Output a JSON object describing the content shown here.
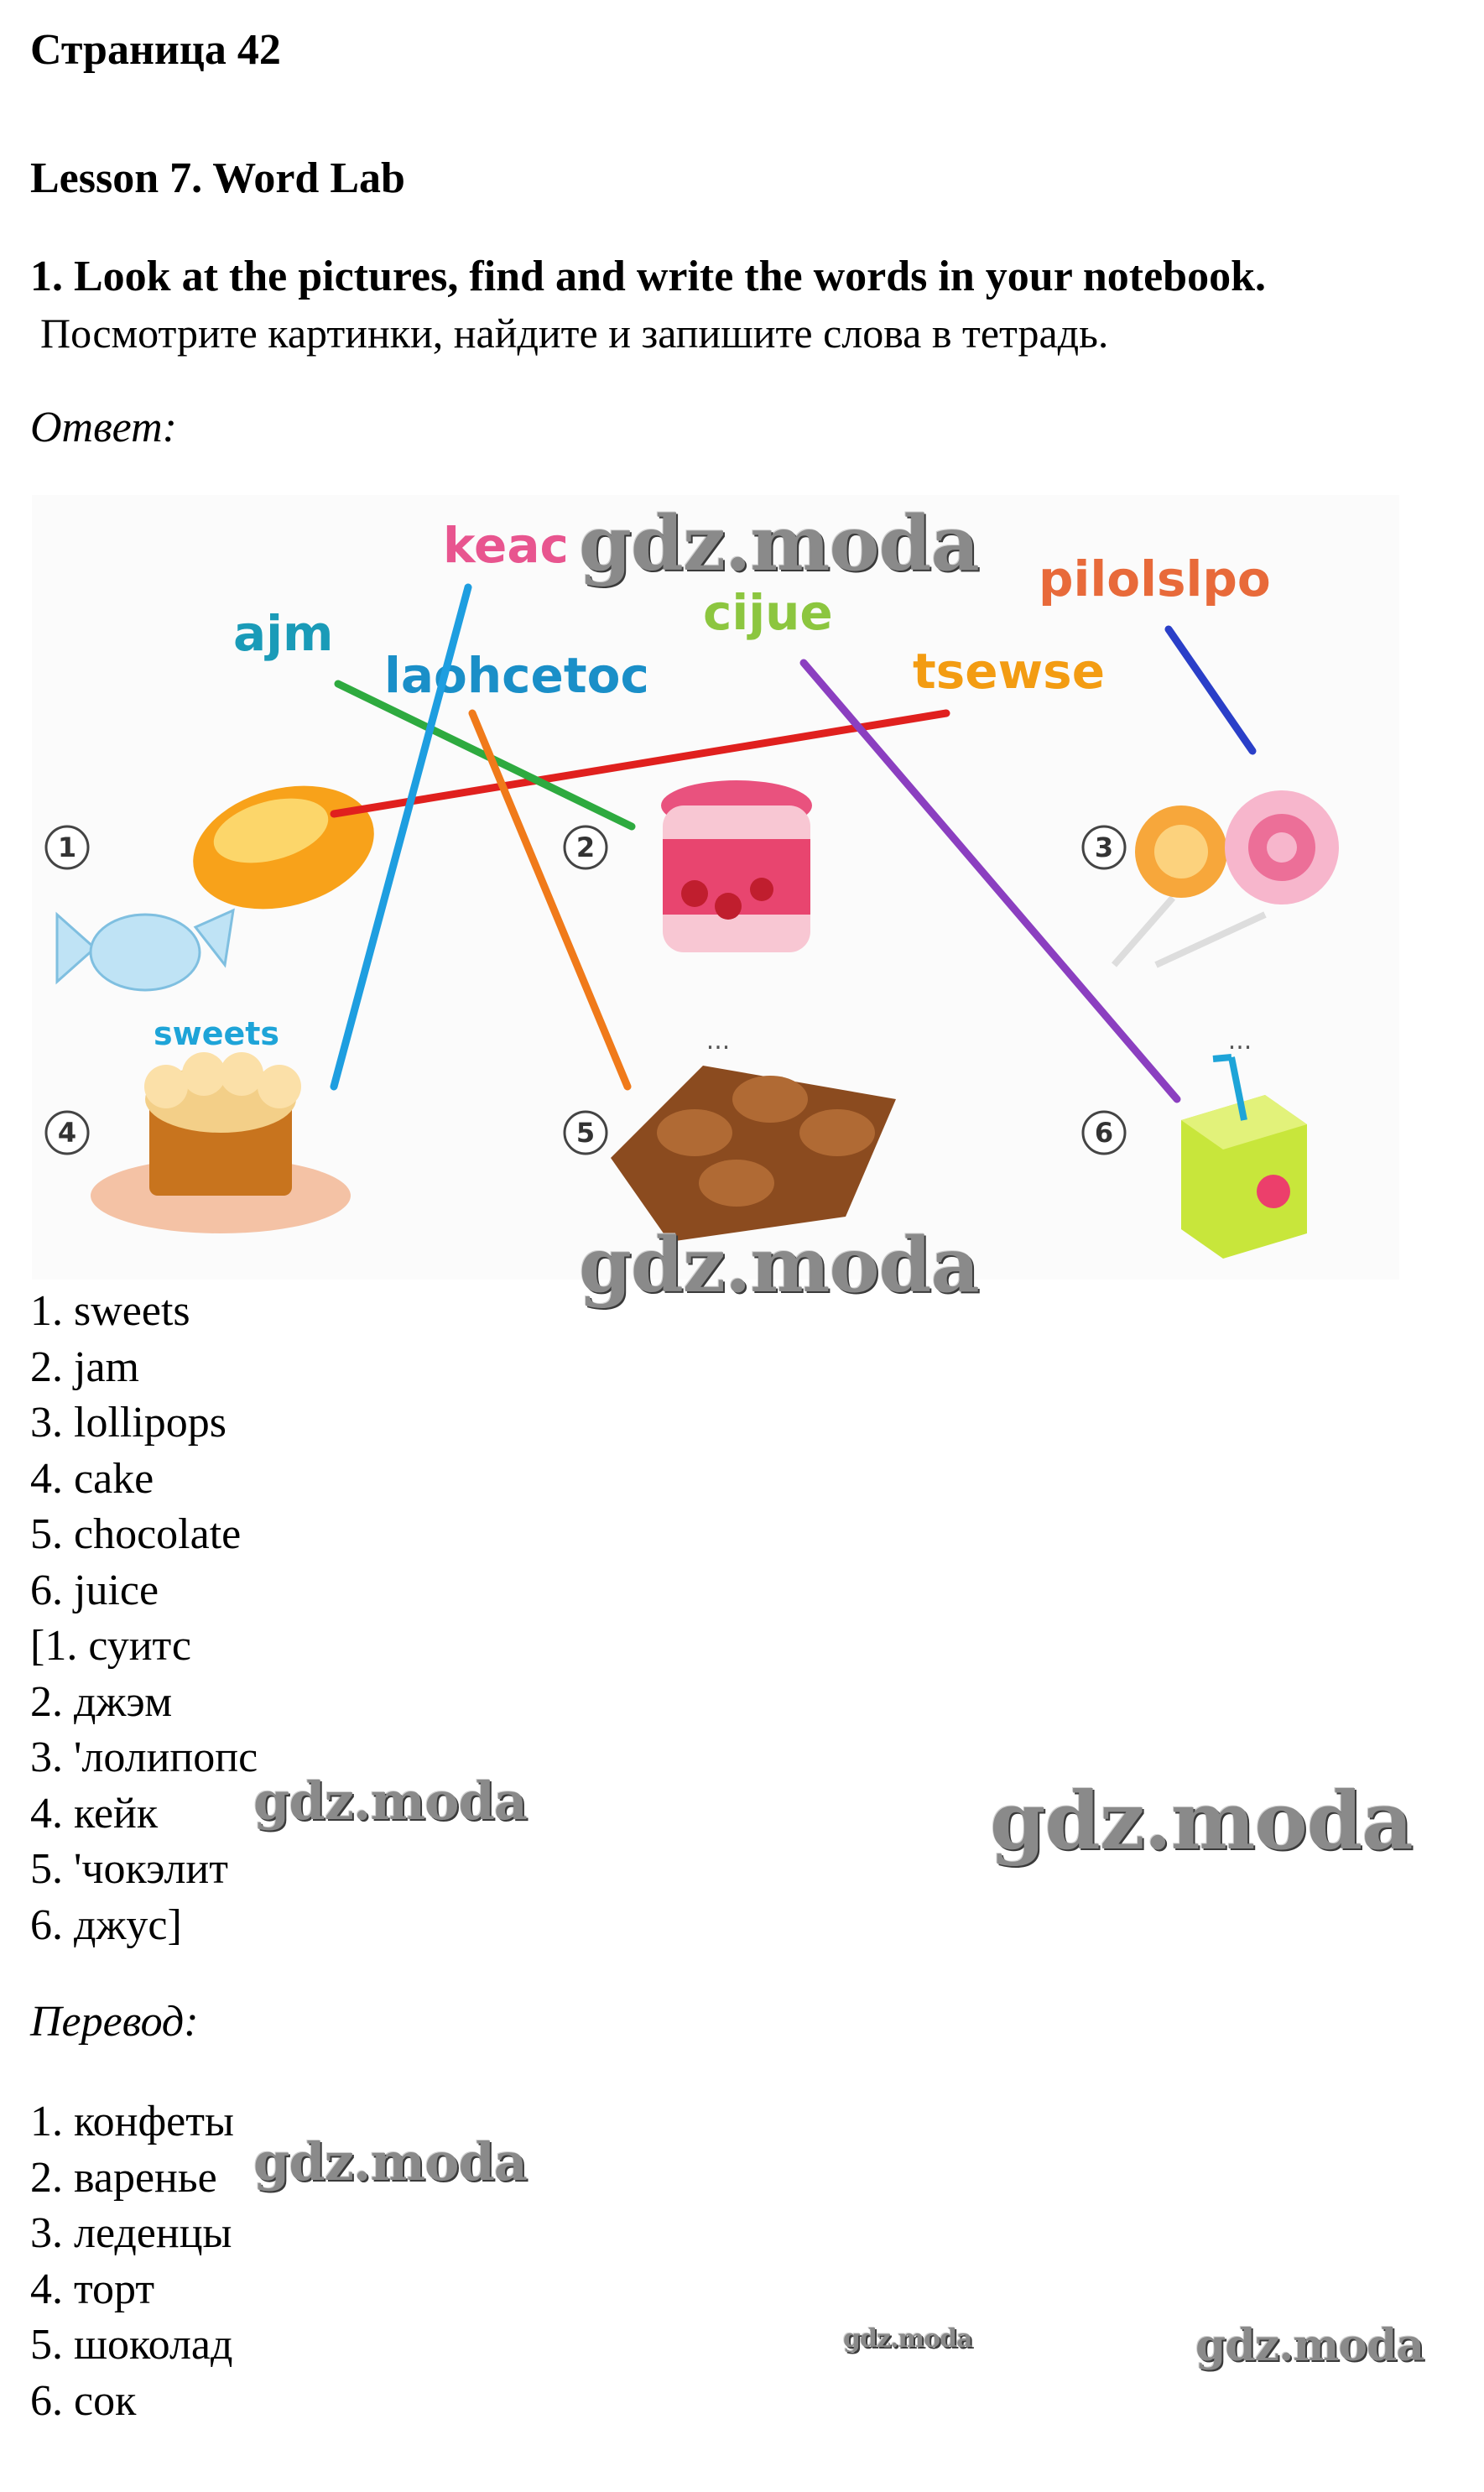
{
  "page_title": "Страница 42",
  "lesson_title": "Lesson 7. Word Lab",
  "task": {
    "en": "1. Look at the pictures, find and write the words in your notebook.",
    "ru": "Посмотрите картинки, найдите и запишите слова в тетрадь."
  },
  "answer_label": "Ответ:",
  "illustration": {
    "scrambled_words": [
      {
        "text": "keac",
        "color": "#e8558f"
      },
      {
        "text": "ajm",
        "color": "#1a9bb8"
      },
      {
        "text": "laohcetoc",
        "color": "#1a8fc8"
      },
      {
        "text": "cijue",
        "color": "#8cc63f"
      },
      {
        "text": "tsewse",
        "color": "#f39c12"
      },
      {
        "text": "pilolslpo",
        "color": "#e86a3a"
      }
    ],
    "example_word": "sweets",
    "numbers": [
      "1",
      "2",
      "3",
      "4",
      "5",
      "6"
    ],
    "placeholders": [
      "...",
      "..."
    ],
    "line_colors": [
      "#e0201e",
      "#2eaa3f",
      "#1e9ee0",
      "#f07a1a",
      "#8b3fc0",
      "#2a3fc8"
    ]
  },
  "answers_en": [
    "1. sweets",
    "2. jam",
    "3. lollipops",
    "4. cake",
    "5. chocolate",
    "6. juice"
  ],
  "answers_transcription": [
    "[1. суитс",
    "2. джэм",
    "3. 'лолипопс",
    "4. кейк",
    "5. 'чокэлит",
    "6. джус]"
  ],
  "translation_label": "Перевод:",
  "answers_ru": [
    "1. конфеты",
    "2. варенье",
    "3. леденцы",
    "4. торт",
    "5. шоколад",
    "6. сок"
  ],
  "watermark_text": "gdz.moda"
}
